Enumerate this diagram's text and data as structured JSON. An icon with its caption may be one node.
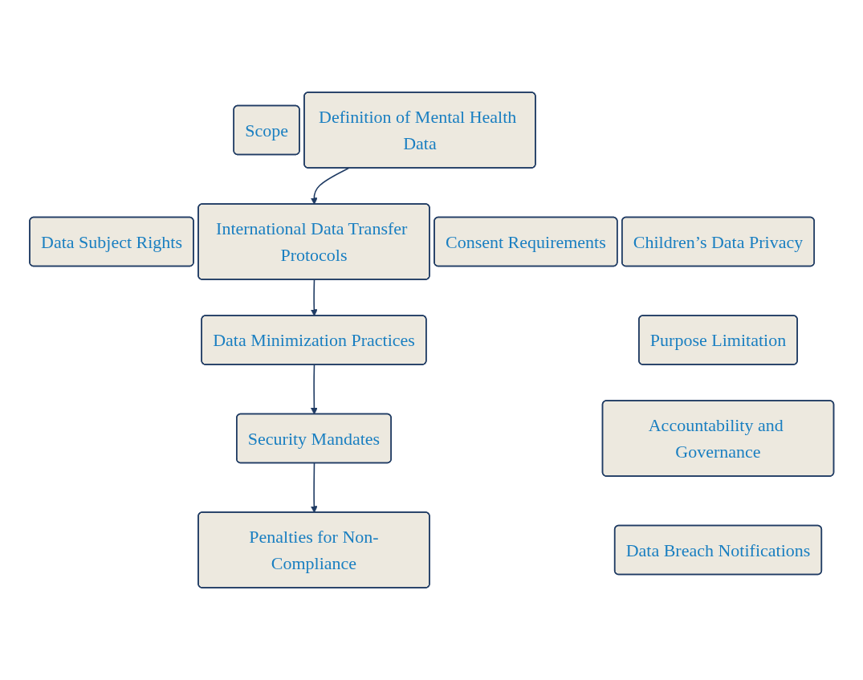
{
  "diagram": {
    "nodes": [
      {
        "text": [
          "Scope"
        ]
      },
      {
        "text": [
          "Definition of Mental Health Data"
        ]
      },
      {
        "text": [
          "Data Subject Rights"
        ]
      },
      {
        "text": [
          "International Data Transfer Protocols"
        ]
      },
      {
        "text": [
          "Consent Requirements"
        ]
      },
      {
        "text": [
          "Children’s Data Privacy"
        ]
      },
      {
        "text": [
          "Data Minimization Practices"
        ]
      },
      {
        "text": [
          "Purpose Limitation"
        ]
      },
      {
        "text": [
          "Security Mandates"
        ]
      },
      {
        "text": [
          "Accountability and Governance"
        ]
      },
      {
        "text": [
          "Penalties for Non-Compliance"
        ]
      },
      {
        "text": [
          "Data Breach Notifications"
        ]
      }
    ],
    "edges": [
      {
        "from": 1,
        "to": 3,
        "arrow": "to"
      },
      {
        "from": 3,
        "to": 6,
        "arrow": "to"
      },
      {
        "from": 6,
        "to": 8,
        "arrow": "to"
      },
      {
        "from": 8,
        "to": 10,
        "arrow": "to"
      }
    ]
  }
}
